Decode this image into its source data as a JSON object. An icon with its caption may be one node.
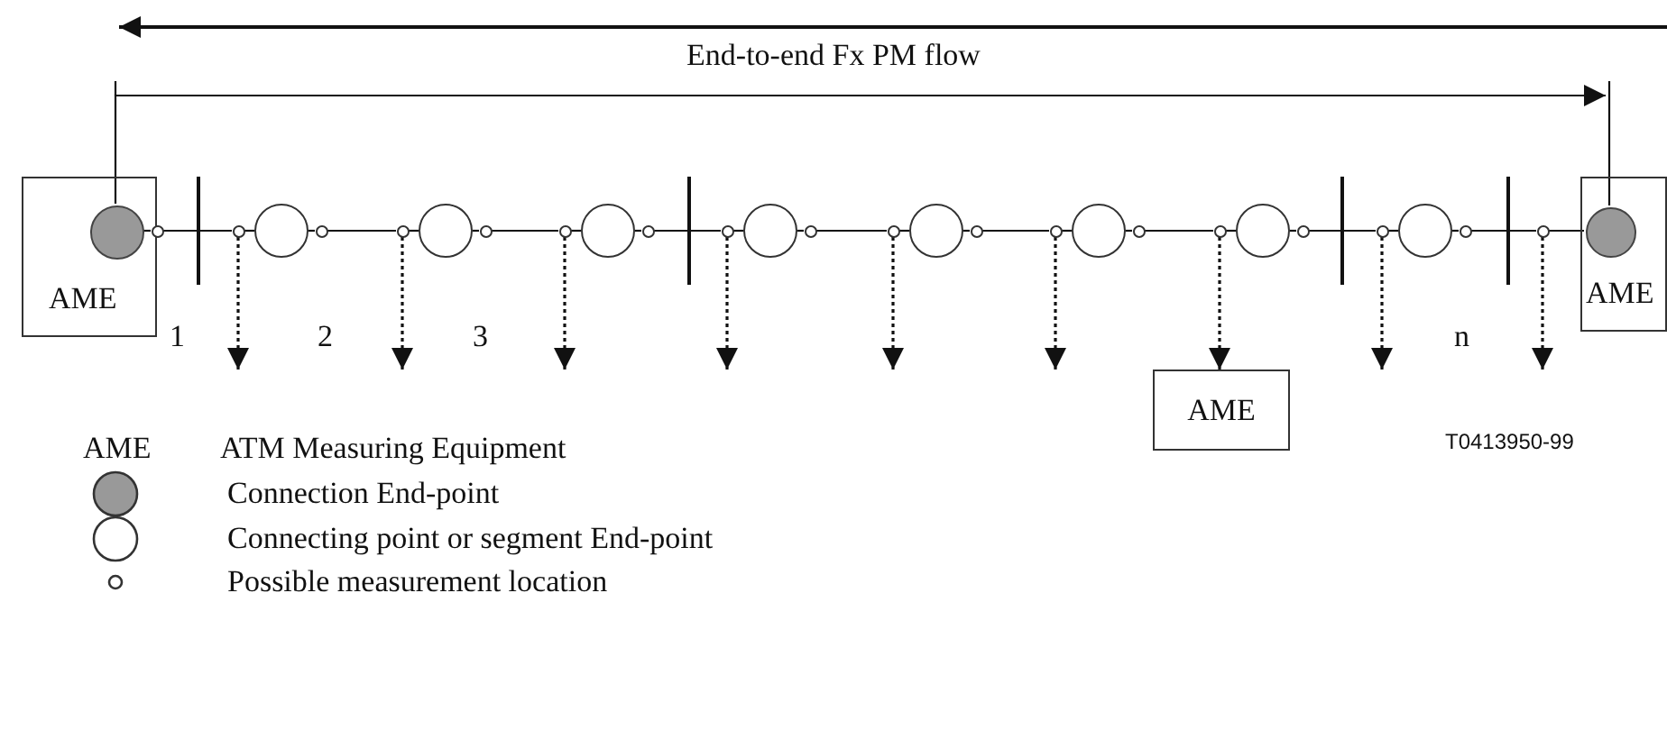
{
  "diagram": {
    "nodes": [
      {
        "text": [
          "AME"
        ]
      },
      {
        "text": [],
        "shape": "circle",
        "in": 0
      },
      {
        "text": [],
        "shape": "circle"
      },
      {
        "text": [],
        "shape": "circle"
      },
      {
        "text": [],
        "shape": "circle"
      },
      {
        "text": [],
        "shape": "circle"
      },
      {
        "text": [],
        "shape": "circle"
      },
      {
        "text": [],
        "shape": "circle"
      },
      {
        "text": [],
        "shape": "circle"
      },
      {
        "text": [],
        "shape": "circle"
      },
      {
        "text": [],
        "shape": "circle"
      },
      {
        "text": [],
        "shape": "circle"
      },
      {
        "text": [],
        "shape": "circle"
      },
      {
        "text": [],
        "shape": "circle"
      },
      {
        "text": [],
        "shape": "circle"
      },
      {
        "text": [],
        "shape": "circle"
      },
      {
        "text": [],
        "shape": "circle"
      },
      {
        "text": [],
        "shape": "circle"
      },
      {
        "text": [],
        "shape": "circle"
      },
      {
        "text": [],
        "shape": "circle"
      },
      {
        "text": [],
        "shape": "circle"
      },
      {
        "text": [],
        "shape": "circle"
      },
      {
        "text": [],
        "shape": "circle"
      },
      {
        "text": [],
        "shape": "circle"
      },
      {
        "text": [],
        "shape": "circle"
      },
      {
        "text": [],
        "shape": "circle"
      },
      {
        "text": [],
        "shape": "circle"
      },
      {
        "text": [],
        "shape": "circle"
      },
      {
        "text": [
          "AME"
        ]
      },
      {
        "text": [],
        "shape": "circle",
        "in": 28
      },
      {
        "text": [
          "AME"
        ]
      }
    ],
    "edges": [
      {
        "from": 1,
        "to": 2,
        "arrow": "none"
      },
      {
        "from": 2,
        "to": 3,
        "arrow": "none"
      },
      {
        "from": 3,
        "to": 4,
        "arrow": "none"
      },
      {
        "from": 4,
        "to": 5,
        "arrow": "none"
      },
      {
        "from": 5,
        "to": 6,
        "arrow": "none"
      },
      {
        "from": 6,
        "to": 7,
        "arrow": "none"
      },
      {
        "from": 7,
        "to": 8,
        "arrow": "none"
      },
      {
        "from": 8,
        "to": 9,
        "arrow": "none"
      },
      {
        "from": 9,
        "to": 10,
        "arrow": "none"
      },
      {
        "from": 10,
        "to": 11,
        "arrow": "none"
      },
      {
        "from": 11,
        "to": 12,
        "arrow": "none"
      },
      {
        "from": 12,
        "to": 13,
        "arrow": "none"
      },
      {
        "from": 13,
        "to": 14,
        "arrow": "none"
      },
      {
        "from": 14,
        "to": 15,
        "arrow": "none"
      },
      {
        "from": 15,
        "to": 16,
        "arrow": "none"
      },
      {
        "from": 16,
        "to": 17,
        "arrow": "none"
      },
      {
        "from": 17,
        "to": 18,
        "arrow": "none"
      },
      {
        "from": 18,
        "to": 19,
        "arrow": "none"
      },
      {
        "from": 19,
        "to": 20,
        "arrow": "none"
      },
      {
        "from": 20,
        "to": 21,
        "arrow": "none"
      },
      {
        "from": 21,
        "to": 22,
        "arrow": "none"
      },
      {
        "from": 22,
        "to": 23,
        "arrow": "none"
      },
      {
        "from": 23,
        "to": 24,
        "arrow": "none"
      },
      {
        "from": 24,
        "to": 25,
        "arrow": "none"
      },
      {
        "from": 25,
        "to": 26,
        "arrow": "none"
      },
      {
        "from": 26,
        "to": 27,
        "arrow": "none"
      },
      {
        "from": 27,
        "to": 29,
        "arrow": "none"
      },
      {
        "from": 1,
        "to": 29,
        "arrow": "to"
      },
      {
        "from": 3,
        "to": null,
        "arrow": "to",
        "style": "dashed"
      },
      {
        "from": 6,
        "to": null,
        "arrow": "to",
        "style": "dashed"
      },
      {
        "from": 9,
        "to": null,
        "arrow": "to",
        "style": "dashed"
      },
      {
        "from": 12,
        "to": null,
        "arrow": "to",
        "style": "dashed"
      },
      {
        "from": 15,
        "to": null,
        "arrow": "to",
        "style": "dashed"
      },
      {
        "from": 18,
        "to": null,
        "arrow": "to",
        "style": "dashed"
      },
      {
        "from": 21,
        "to": 30,
        "arrow": "to",
        "style": "dashed"
      },
      {
        "from": 24,
        "to": null,
        "arrow": "to",
        "style": "dashed"
      },
      {
        "from": 27,
        "to": null,
        "arrow": "to",
        "style": "dashed"
      }
    ],
    "labels": [
      "End-to-end Fx PM flow",
      "1",
      "2",
      "3",
      "n",
      "T0413950-99",
      "AME",
      "ATM Measuring Equipment"
    ],
    "legend": [
      {
        "text": "Connection End-point"
      },
      {
        "text": "Connecting point or segment End-point"
      },
      {
        "text": "Possible measurement location"
      }
    ]
  }
}
